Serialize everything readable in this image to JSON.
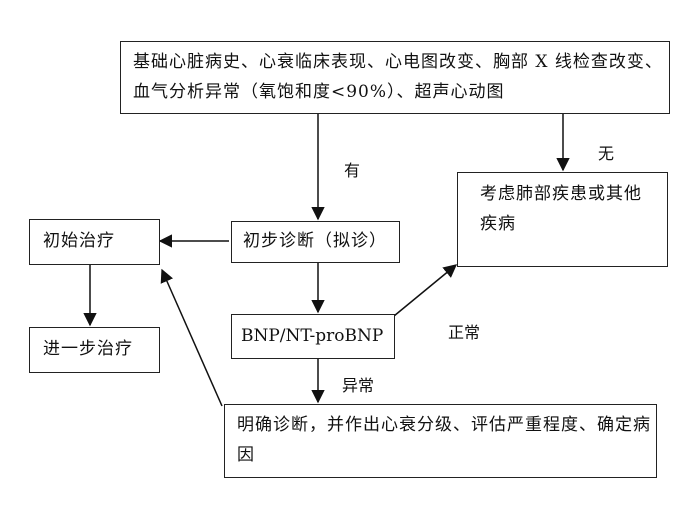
{
  "nodes": {
    "top": "基础心脏病史、心衰临床表现、心电图改变、胸部 X 线检查改变、血气分析异常（氧饱和度<90%）、超声心动图",
    "lung": "考虑肺部疾患或其他疾病",
    "preliminary": "初步诊断（拟诊）",
    "initial_treatment": "初始治疗",
    "further_treatment": "进一步治疗",
    "bnp": "BNP/NT-proBNP",
    "confirm": "明确诊断，并作出心衰分级、评估严重程度、确定病因"
  },
  "edge_labels": {
    "yes": "有",
    "no": "无",
    "normal": "正常",
    "abnormal": "异常"
  }
}
